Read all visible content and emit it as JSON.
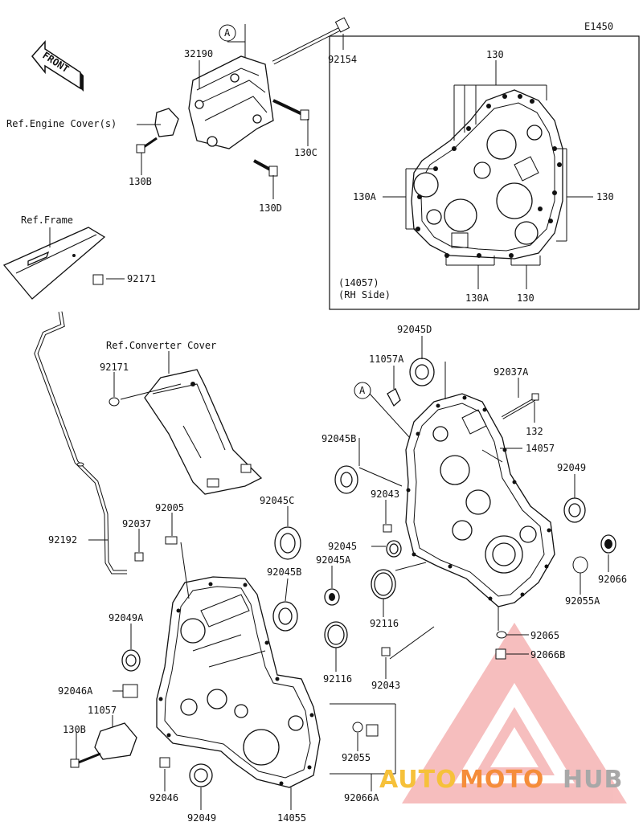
{
  "diagram_code": "E1450",
  "front_label": "FRONT",
  "callout_a": "A",
  "refs": {
    "engine_cover": "Ref.Engine Cover(s)",
    "frame": "Ref.Frame",
    "converter_cover": "Ref.Converter Cover"
  },
  "inset_note": {
    "part": "(14057)",
    "side": "(RH Side)"
  },
  "parts": {
    "p32190": "32190",
    "p92154": "92154",
    "p130c": "130C",
    "p130b_top": "130B",
    "p130d": "130D",
    "p92171_frame": "92171",
    "p92171_cover": "92171",
    "p92192": "92192",
    "p92005": "92005",
    "p92037": "92037",
    "p92045c": "92045C",
    "p92045b_l": "92045B",
    "p92045a": "92045A",
    "p92049a": "92049A",
    "p92046a": "92046A",
    "p11057": "11057",
    "p130b_bot": "130B",
    "p92046": "92046",
    "p92049_l": "92049",
    "p14055": "14055",
    "p92116_l": "92116",
    "p92043_l": "92043",
    "p92055": "92055",
    "p92066a": "92066A",
    "p92045d": "92045D",
    "p11057a": "11057A",
    "p92037a": "92037A",
    "p132": "132",
    "p14057": "14057",
    "p92045b_r": "92045B",
    "p92043_r": "92043",
    "p92045": "92045",
    "p92116_r": "92116",
    "p92049_r": "92049",
    "p92066": "92066",
    "p92055a": "92055A",
    "p92065": "92065",
    "p92066b": "92066B",
    "i130_top": "130",
    "i130_right": "130",
    "i130a_left": "130A",
    "i130a_bottom": "130A",
    "i130_bottom": "130"
  },
  "watermark": {
    "part1": "AUTO",
    "part2": "MOTO",
    "part3": "HUB",
    "colors": {
      "auto": "#f6c13a",
      "moto": "#f58d3a",
      "hub": "#a8a8a8",
      "logo": "#f08a8a"
    }
  }
}
